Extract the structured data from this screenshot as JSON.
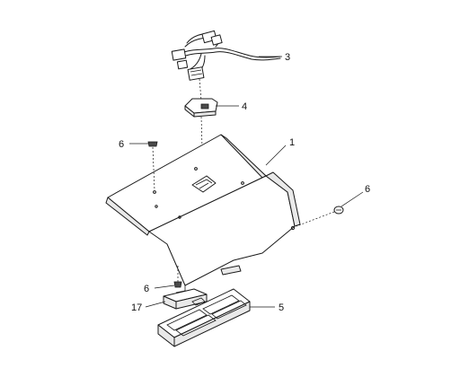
{
  "callouts": {
    "c1": "1",
    "c3": "3",
    "c4": "4",
    "c5": "5",
    "c6a": "6",
    "c6b": "6",
    "c6c": "6",
    "c17": "17"
  },
  "colors": {
    "stroke": "#1a1a1a",
    "shade": "#e9e9e9",
    "background": "#ffffff"
  }
}
